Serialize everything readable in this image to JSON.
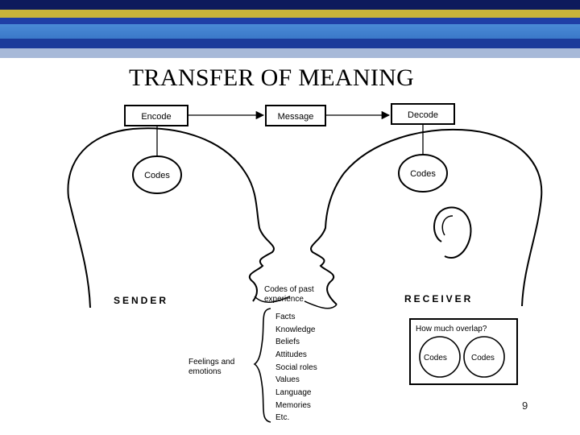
{
  "slide": {
    "title": "TRANSFER OF MEANING",
    "page_number": "9",
    "header_colors": [
      "#0d1a5c",
      "#c8b43a",
      "#1f3fa6",
      "#4a8bd6",
      "#1b3b9a",
      "#a7b9d8"
    ]
  },
  "diagram": {
    "encode": "Encode",
    "message": "Message",
    "decode": "Decode",
    "sender_codes": "Codes",
    "receiver_codes": "Codes",
    "sender": "SENDER",
    "receiver": "RECEIVER",
    "past_experience": [
      "Codes of past",
      "experience"
    ],
    "feelings": [
      "Feelings and",
      "emotions"
    ],
    "experience_items": [
      "Facts",
      "Knowledge",
      "Beliefs",
      "Attitudes",
      "Social roles",
      "Values",
      "Language",
      "Memories",
      "Etc."
    ],
    "overlap_title": "How much overlap?",
    "overlap_left": "Codes",
    "overlap_right": "Codes"
  }
}
